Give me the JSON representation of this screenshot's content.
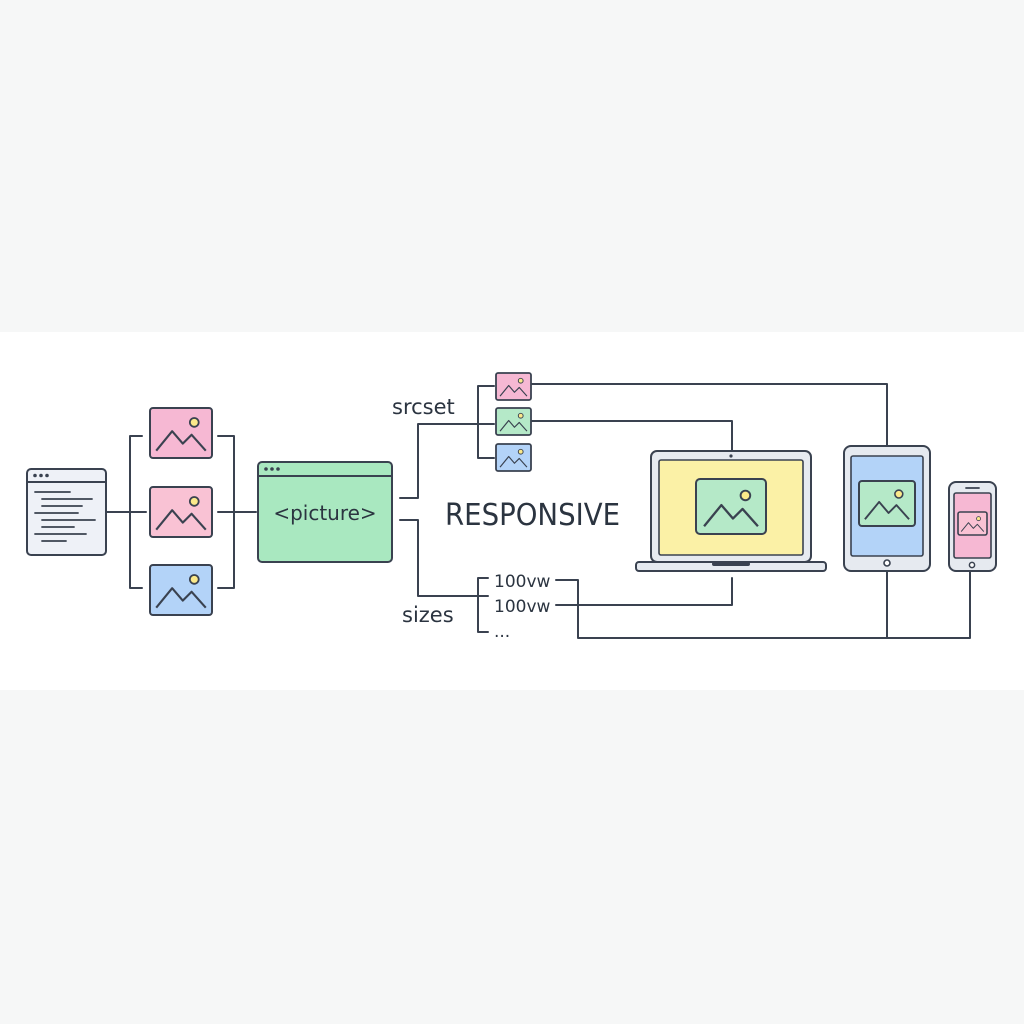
{
  "diagram": {
    "picture_label": "<picture>",
    "srcset_label": "srcset",
    "sizes_label": "sizes",
    "responsive_label": "RESPONSIVE",
    "sizes_values": [
      "100vw",
      "100vw",
      "..."
    ]
  },
  "colors": {
    "stroke": "#3a4250",
    "pink": "#f6b8d3",
    "pink_soft": "#f9c2d4",
    "green": "#b5e9c8",
    "green_box": "#a9e8c0",
    "blue": "#b3d3f8",
    "yellow": "#fbf1a6",
    "code_bg": "#eef1f7",
    "device_frame": "#e6eaf0"
  },
  "icons": {
    "image": "image-icon",
    "code_window": "code-window-icon",
    "laptop": "laptop-icon",
    "tablet": "tablet-icon",
    "phone": "phone-icon"
  }
}
